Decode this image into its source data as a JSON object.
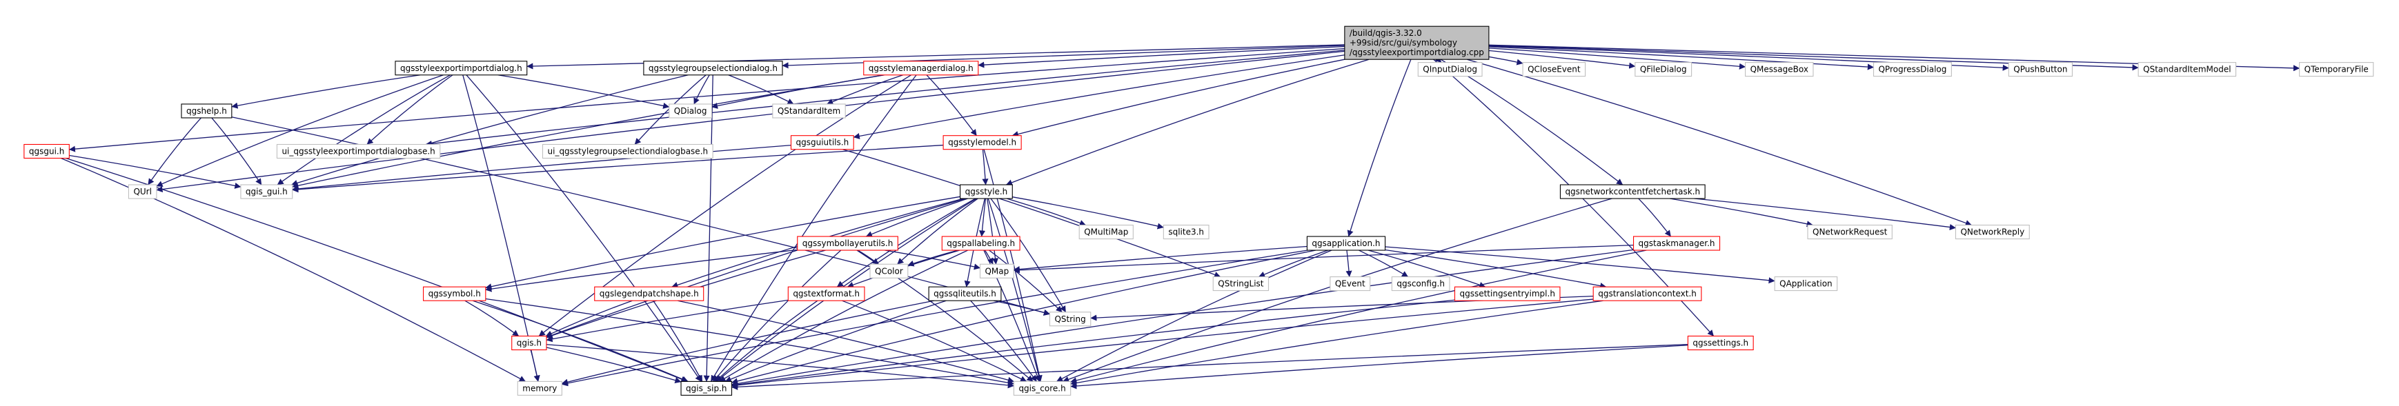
{
  "colors": {
    "edge": "#191970",
    "root_fill": "#bfbfbf",
    "root_stroke": "#000000",
    "normal_stroke": "#000000",
    "truncated_stroke": "#ff0000",
    "external_stroke": "#bfbfbf",
    "text": "#000000"
  },
  "nodes": [
    {
      "id": "root",
      "kind": "root",
      "lines": [
        "/build/qgis-3.32.0",
        "+99sid/src/gui/symbology",
        "/qgsstyleexportimportdialog.cpp"
      ]
    },
    {
      "id": "qgsgui_h",
      "kind": "truncated",
      "lines": [
        "qgsgui.h"
      ]
    },
    {
      "id": "qgsstyleexportimportdialog_h",
      "kind": "normal",
      "lines": [
        "qgsstyleexportimportdialog.h"
      ]
    },
    {
      "id": "qgsstylegroupselectiondialog_h",
      "kind": "normal",
      "lines": [
        "qgsstylegroupselectiondialog.h"
      ]
    },
    {
      "id": "qgsstylemanagerdialog_h",
      "kind": "truncated",
      "lines": [
        "qgsstylemanagerdialog.h"
      ]
    },
    {
      "id": "QInputDialog",
      "kind": "external",
      "lines": [
        "QInputDialog"
      ]
    },
    {
      "id": "QCloseEvent",
      "kind": "external",
      "lines": [
        "QCloseEvent"
      ]
    },
    {
      "id": "QFileDialog",
      "kind": "external",
      "lines": [
        "QFileDialog"
      ]
    },
    {
      "id": "QMessageBox",
      "kind": "external",
      "lines": [
        "QMessageBox"
      ]
    },
    {
      "id": "QProgressDialog",
      "kind": "external",
      "lines": [
        "QProgressDialog"
      ]
    },
    {
      "id": "QPushButton",
      "kind": "external",
      "lines": [
        "QPushButton"
      ]
    },
    {
      "id": "QStandardItemModel",
      "kind": "external",
      "lines": [
        "QStandardItemModel"
      ]
    },
    {
      "id": "QTemporaryFile",
      "kind": "external",
      "lines": [
        "QTemporaryFile"
      ]
    },
    {
      "id": "qgshelp_h",
      "kind": "normal",
      "lines": [
        "qgshelp.h"
      ]
    },
    {
      "id": "ui_export_base",
      "kind": "external",
      "lines": [
        "ui_qgsstyleexportimportdialogbase.h"
      ]
    },
    {
      "id": "ui_groupsel_base",
      "kind": "external",
      "lines": [
        "ui_qgsstylegroupselectiondialogbase.h"
      ]
    },
    {
      "id": "QDialog",
      "kind": "external",
      "lines": [
        "QDialog"
      ]
    },
    {
      "id": "QStandardItem",
      "kind": "external",
      "lines": [
        "QStandardItem"
      ]
    },
    {
      "id": "qgsguiutils_h",
      "kind": "truncated",
      "lines": [
        "qgsguiutils.h"
      ]
    },
    {
      "id": "qgsstylemodel_h",
      "kind": "truncated",
      "lines": [
        "qgsstylemodel.h"
      ]
    },
    {
      "id": "QUrl",
      "kind": "external",
      "lines": [
        "QUrl"
      ]
    },
    {
      "id": "qgis_gui_h",
      "kind": "external",
      "lines": [
        "qgis_gui.h"
      ]
    },
    {
      "id": "qgsstyle_h",
      "kind": "normal",
      "lines": [
        "qgsstyle.h"
      ]
    },
    {
      "id": "qgsnetworkcontentfetchertask_h",
      "kind": "normal",
      "lines": [
        "qgsnetworkcontentfetchertask.h"
      ]
    },
    {
      "id": "qgssymbollayerutils_h",
      "kind": "truncated",
      "lines": [
        "qgssymbollayerutils.h"
      ]
    },
    {
      "id": "qgspallabeling_h",
      "kind": "truncated",
      "lines": [
        "qgspallabeling.h"
      ]
    },
    {
      "id": "QMultiMap",
      "kind": "external",
      "lines": [
        "QMultiMap"
      ]
    },
    {
      "id": "sqlite3_h",
      "kind": "external",
      "lines": [
        "sqlite3.h"
      ]
    },
    {
      "id": "qgsapplication_h",
      "kind": "normal",
      "lines": [
        "qgsapplication.h"
      ]
    },
    {
      "id": "qgstaskmanager_h",
      "kind": "truncated",
      "lines": [
        "qgstaskmanager.h"
      ]
    },
    {
      "id": "QNetworkRequest",
      "kind": "external",
      "lines": [
        "QNetworkRequest"
      ]
    },
    {
      "id": "QNetworkReply",
      "kind": "external",
      "lines": [
        "QNetworkReply"
      ]
    },
    {
      "id": "qgssymbol_h",
      "kind": "truncated",
      "lines": [
        "qgssymbol.h"
      ]
    },
    {
      "id": "qgslegendpatchshape_h",
      "kind": "truncated",
      "lines": [
        "qgslegendpatchshape.h"
      ]
    },
    {
      "id": "qgstextformat_h",
      "kind": "truncated",
      "lines": [
        "qgstextformat.h"
      ]
    },
    {
      "id": "qgssqliteutils_h",
      "kind": "normal",
      "lines": [
        "qgssqliteutils.h"
      ]
    },
    {
      "id": "QColor",
      "kind": "external",
      "lines": [
        "QColor"
      ]
    },
    {
      "id": "QMap",
      "kind": "external",
      "lines": [
        "QMap"
      ]
    },
    {
      "id": "QStringList",
      "kind": "external",
      "lines": [
        "QStringList"
      ]
    },
    {
      "id": "QEvent",
      "kind": "external",
      "lines": [
        "QEvent"
      ]
    },
    {
      "id": "qgsconfig_h",
      "kind": "external",
      "lines": [
        "qgsconfig.h"
      ]
    },
    {
      "id": "qgssettingsentryimpl_h",
      "kind": "truncated",
      "lines": [
        "qgssettingsentryimpl.h"
      ]
    },
    {
      "id": "qgstranslationcontext_h",
      "kind": "truncated",
      "lines": [
        "qgstranslationcontext.h"
      ]
    },
    {
      "id": "QApplication",
      "kind": "external",
      "lines": [
        "QApplication"
      ]
    },
    {
      "id": "qgis_h",
      "kind": "truncated",
      "lines": [
        "qgis.h"
      ]
    },
    {
      "id": "QString",
      "kind": "external",
      "lines": [
        "QString"
      ]
    },
    {
      "id": "qgssettings_h",
      "kind": "truncated",
      "lines": [
        "qgssettings.h"
      ]
    },
    {
      "id": "memory",
      "kind": "external",
      "lines": [
        "memory"
      ]
    },
    {
      "id": "qgis_sip_h",
      "kind": "normal",
      "lines": [
        "qgis_sip.h"
      ]
    },
    {
      "id": "qgis_core_h",
      "kind": "external",
      "lines": [
        "qgis_core.h"
      ]
    }
  ],
  "edges": [
    [
      "root",
      "qgsgui_h"
    ],
    [
      "root",
      "qgsstyleexportimportdialog_h"
    ],
    [
      "root",
      "qgsstylegroupselectiondialog_h"
    ],
    [
      "root",
      "qgsstylemanagerdialog_h"
    ],
    [
      "root",
      "QInputDialog"
    ],
    [
      "root",
      "QCloseEvent"
    ],
    [
      "root",
      "QFileDialog"
    ],
    [
      "root",
      "QMessageBox"
    ],
    [
      "root",
      "QProgressDialog"
    ],
    [
      "root",
      "QPushButton"
    ],
    [
      "root",
      "QStandardItemModel"
    ],
    [
      "root",
      "QTemporaryFile"
    ],
    [
      "root",
      "QUrl"
    ],
    [
      "root",
      "ui_export_base"
    ],
    [
      "root",
      "qgsstylemodel_h"
    ],
    [
      "root",
      "qgsstyle_h"
    ],
    [
      "root",
      "qgsguiutils_h"
    ],
    [
      "root",
      "qgsapplication_h"
    ],
    [
      "root",
      "qgsnetworkcontentfetchertask_h"
    ],
    [
      "root",
      "QNetworkReply"
    ],
    [
      "root",
      "qgssettings_h"
    ],
    [
      "qgsgui_h",
      "qgis_gui_h"
    ],
    [
      "qgsgui_h",
      "qgis_sip_h"
    ],
    [
      "qgsgui_h",
      "memory"
    ],
    [
      "qgsstyleexportimportdialog_h",
      "ui_export_base"
    ],
    [
      "qgsstyleexportimportdialog_h",
      "QDialog"
    ],
    [
      "qgsstyleexportimportdialog_h",
      "qgshelp_h"
    ],
    [
      "qgsstyleexportimportdialog_h",
      "qgis_gui_h"
    ],
    [
      "qgsstyleexportimportdialog_h",
      "QUrl"
    ],
    [
      "qgsstyleexportimportdialog_h",
      "qgis_sip_h"
    ],
    [
      "qgsstyleexportimportdialog_h",
      "memory"
    ],
    [
      "qgsstylegroupselectiondialog_h",
      "ui_groupsel_base"
    ],
    [
      "qgsstylegroupselectiondialog_h",
      "QDialog"
    ],
    [
      "qgsstylegroupselectiondialog_h",
      "QStandardItem"
    ],
    [
      "qgsstylegroupselectiondialog_h",
      "qgis_gui_h"
    ],
    [
      "qgsstylegroupselectiondialog_h",
      "qgis_sip_h"
    ],
    [
      "qgsstylemanagerdialog_h",
      "QDialog"
    ],
    [
      "qgsstylemanagerdialog_h",
      "QStandardItem"
    ],
    [
      "qgsstylemanagerdialog_h",
      "qgsstylemodel_h"
    ],
    [
      "qgsstylemanagerdialog_h",
      "qgis_gui_h"
    ],
    [
      "qgsstylemanagerdialog_h",
      "qgis_sip_h"
    ],
    [
      "qgsstylemanagerdialog_h",
      "qgis_h"
    ],
    [
      "qgshelp_h",
      "qgis_gui_h"
    ],
    [
      "qgshelp_h",
      "QUrl"
    ],
    [
      "qgshelp_h",
      "QString"
    ],
    [
      "qgsguiutils_h",
      "qgis_gui_h"
    ],
    [
      "qgsguiutils_h",
      "QStringList"
    ],
    [
      "qgsstylemodel_h",
      "qgis_gui_h"
    ],
    [
      "qgsstylemodel_h",
      "qgsstyle_h"
    ],
    [
      "qgsstylemodel_h",
      "qgis_core_h"
    ],
    [
      "qgsstyle_h",
      "qgis_h"
    ],
    [
      "qgsstyle_h",
      "qgssymbollayerutils_h"
    ],
    [
      "qgsstyle_h",
      "qgspallabeling_h"
    ],
    [
      "qgsstyle_h",
      "QMultiMap"
    ],
    [
      "qgsstyle_h",
      "sqlite3_h"
    ],
    [
      "qgsstyle_h",
      "qgssqliteutils_h"
    ],
    [
      "qgsstyle_h",
      "qgslegendpatchshape_h"
    ],
    [
      "qgsstyle_h",
      "qgssymbol_h"
    ],
    [
      "qgsstyle_h",
      "qgstextformat_h"
    ],
    [
      "qgsstyle_h",
      "QMap"
    ],
    [
      "qgsstyle_h",
      "QColor"
    ],
    [
      "qgsstyle_h",
      "QString"
    ],
    [
      "qgsstyle_h",
      "qgis_core_h"
    ],
    [
      "qgsstyle_h",
      "qgis_sip_h"
    ],
    [
      "qgsnetworkcontentfetchertask_h",
      "qgstaskmanager_h"
    ],
    [
      "qgsnetworkcontentfetchertask_h",
      "QNetworkRequest"
    ],
    [
      "qgsnetworkcontentfetchertask_h",
      "QNetworkReply"
    ],
    [
      "qgsnetworkcontentfetchertask_h",
      "qgis_core_h"
    ],
    [
      "qgstaskmanager_h",
      "QMap"
    ],
    [
      "qgstaskmanager_h",
      "qgis_core_h"
    ],
    [
      "qgstaskmanager_h",
      "qgis_sip_h"
    ],
    [
      "qgssymbollayerutils_h",
      "qgis_h"
    ],
    [
      "qgssymbollayerutils_h",
      "qgssymbol_h"
    ],
    [
      "qgssymbollayerutils_h",
      "QColor"
    ],
    [
      "qgssymbollayerutils_h",
      "QMap"
    ],
    [
      "qgssymbollayerutils_h",
      "qgis_core_h"
    ],
    [
      "qgssymbollayerutils_h",
      "qgis_sip_h"
    ],
    [
      "qgspallabeling_h",
      "QColor"
    ],
    [
      "qgspallabeling_h",
      "QMap"
    ],
    [
      "qgspallabeling_h",
      "QString"
    ],
    [
      "qgspallabeling_h",
      "qgstextformat_h"
    ],
    [
      "qgspallabeling_h",
      "qgis_core_h"
    ],
    [
      "qgspallabeling_h",
      "qgis_sip_h"
    ],
    [
      "qgsapplication_h",
      "QApplication"
    ],
    [
      "qgsapplication_h",
      "QEvent"
    ],
    [
      "qgsapplication_h",
      "QStringList"
    ],
    [
      "qgsapplication_h",
      "qgsconfig_h"
    ],
    [
      "qgsapplication_h",
      "qgssettingsentryimpl_h"
    ],
    [
      "qgsapplication_h",
      "qgstranslationcontext_h"
    ],
    [
      "qgsapplication_h",
      "QMap"
    ],
    [
      "qgsapplication_h",
      "memory"
    ],
    [
      "qgsapplication_h",
      "qgis_core_h"
    ],
    [
      "qgsapplication_h",
      "qgis_sip_h"
    ],
    [
      "qgssettingsentryimpl_h",
      "qgis_sip_h"
    ],
    [
      "qgstranslationcontext_h",
      "QString"
    ],
    [
      "qgstranslationcontext_h",
      "qgis_core_h"
    ],
    [
      "qgstranslationcontext_h",
      "qgis_sip_h"
    ],
    [
      "qgssymbol_h",
      "qgis_h"
    ],
    [
      "qgssymbol_h",
      "qgis_core_h"
    ],
    [
      "qgssymbol_h",
      "qgis_sip_h"
    ],
    [
      "qgslegendpatchshape_h",
      "qgis_h"
    ],
    [
      "qgslegendpatchshape_h",
      "qgis_core_h"
    ],
    [
      "qgslegendpatchshape_h",
      "qgis_sip_h"
    ],
    [
      "qgstextformat_h",
      "qgis_h"
    ],
    [
      "qgstextformat_h",
      "qgis_core_h"
    ],
    [
      "qgstextformat_h",
      "qgis_sip_h"
    ],
    [
      "qgssqliteutils_h",
      "QString"
    ],
    [
      "qgssqliteutils_h",
      "memory"
    ],
    [
      "qgssqliteutils_h",
      "qgis_core_h"
    ],
    [
      "qgssqliteutils_h",
      "qgis_sip_h"
    ],
    [
      "qgis_h",
      "memory"
    ],
    [
      "qgis_h",
      "qgis_sip_h"
    ],
    [
      "qgis_h",
      "qgis_core_h"
    ],
    [
      "qgssettings_h",
      "qgis_core_h"
    ],
    [
      "qgssettings_h",
      "qgis_sip_h"
    ]
  ]
}
